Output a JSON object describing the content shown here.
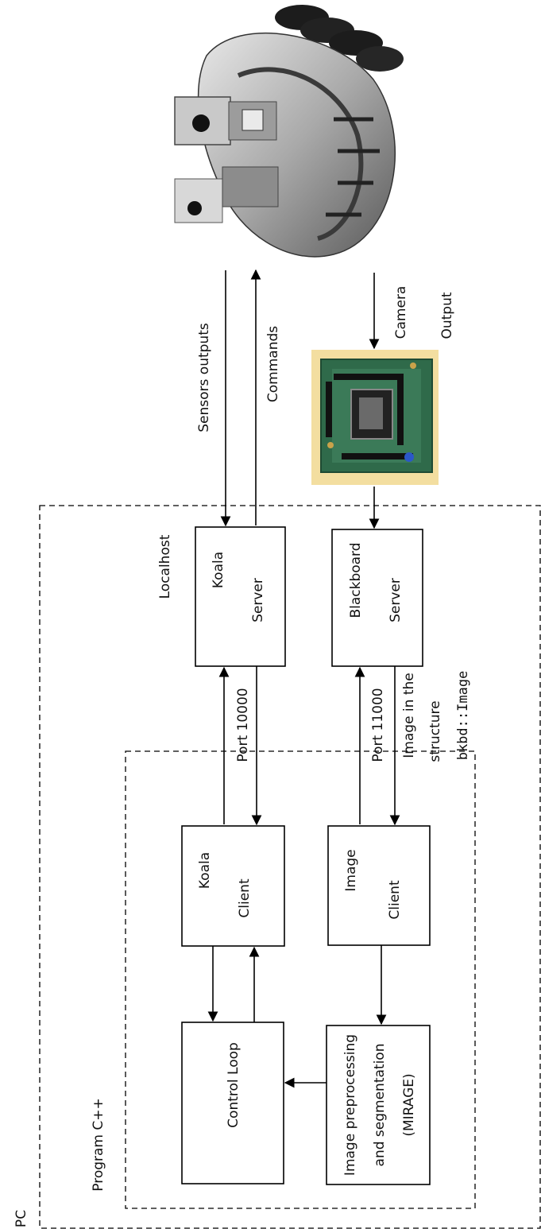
{
  "regions": {
    "pc": "PC",
    "program": "Program C++",
    "localhost": "Localhost"
  },
  "boxes": {
    "koala_server": [
      "Koala",
      "Server"
    ],
    "blackboard_server": [
      "Blackboard",
      "Server"
    ],
    "koala_client": [
      "Koala",
      "Client"
    ],
    "image_client": [
      "Image",
      "Client"
    ],
    "control_loop": [
      "Control Loop"
    ],
    "image_processing": [
      "Image preprocessing",
      "and segmentation",
      "(MIRAGE)"
    ]
  },
  "arrows": {
    "sensors_outputs": "Sensors outputs",
    "commands": "Commands",
    "camera_output": [
      "Camera",
      "Output"
    ],
    "port_10000": "Port 10000",
    "port_11000": "Port 11000",
    "image_structure": [
      "Image in the",
      "structure"
    ],
    "image_structure_type": "bkbd::Image"
  },
  "colors": {
    "line": "#000000",
    "pcb_green": "#2f6a4a",
    "pcb_background": "#f3dea0",
    "robot_silver": "#b9b9b9"
  },
  "images": {
    "robot": "koala-robot-photo",
    "camera_board": "camera-board-photo"
  }
}
